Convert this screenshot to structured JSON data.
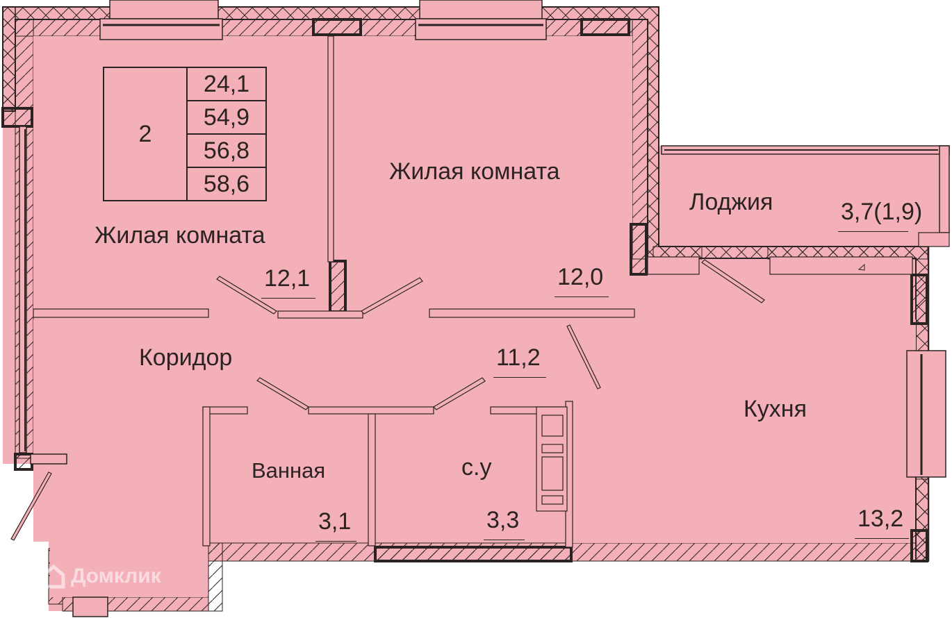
{
  "plan": {
    "fill_color": "#f4b0b8",
    "wall_color": "#2b2222",
    "summary": {
      "rooms_count": "2",
      "values": [
        "24,1",
        "54,9",
        "56,8",
        "58,6"
      ]
    },
    "rooms": [
      {
        "name": "Жилая комната",
        "area": "12,1"
      },
      {
        "name": "Жилая комната",
        "area": "12,0"
      },
      {
        "name": "Лоджия",
        "area": "3,7(1,9)"
      },
      {
        "name": "Коридор",
        "area": "11,2"
      },
      {
        "name": "Ванная",
        "area": "3,1"
      },
      {
        "name": "с.у",
        "area": "3,3"
      },
      {
        "name": "Кухня",
        "area": "13,2"
      }
    ],
    "watermark": "Домклик"
  }
}
